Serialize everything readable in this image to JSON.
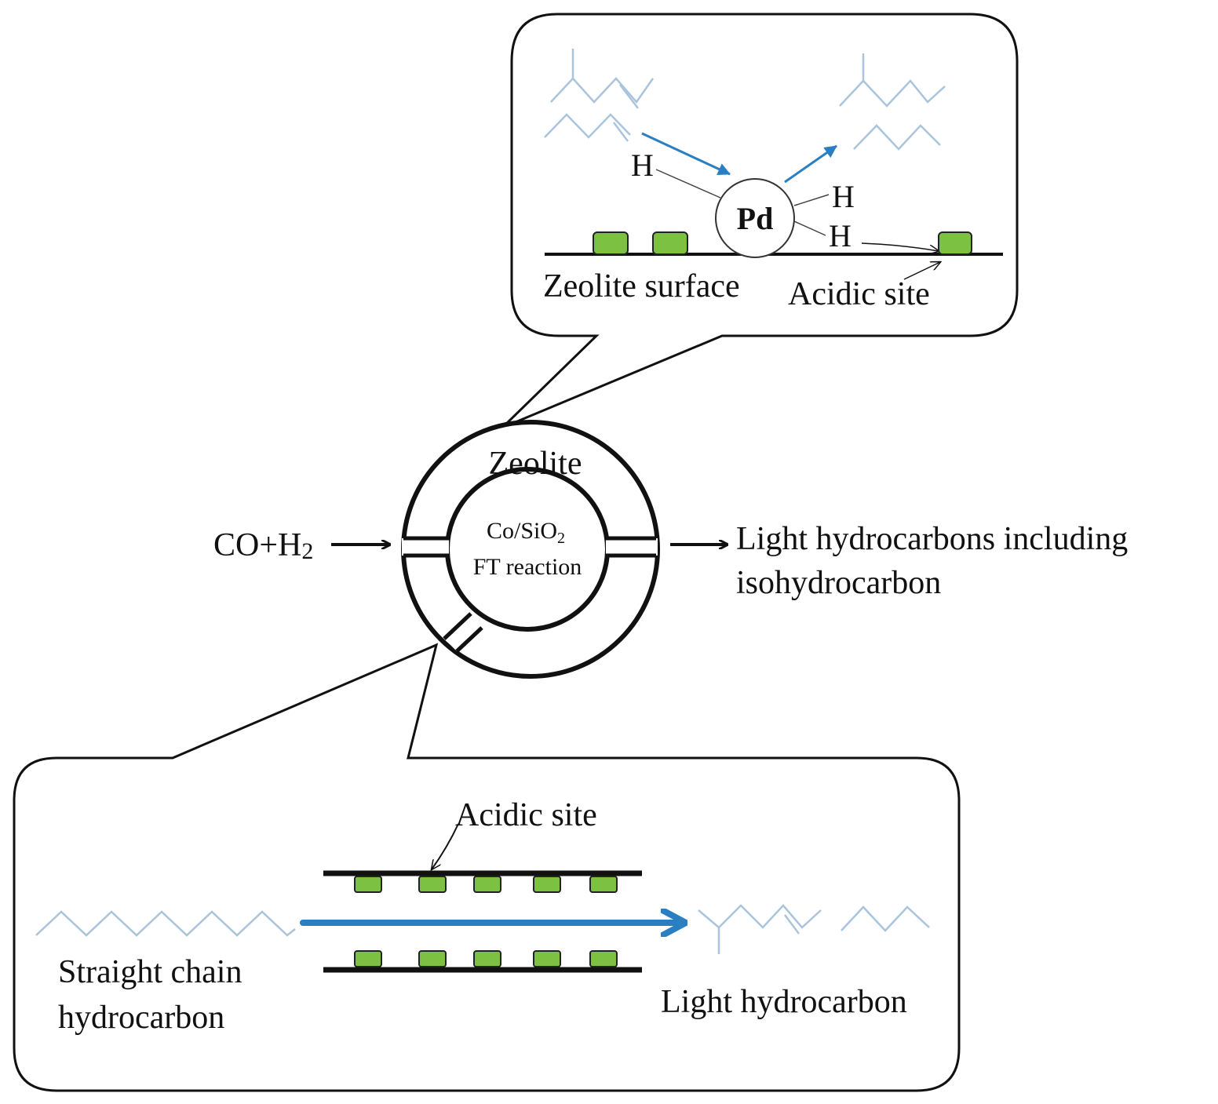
{
  "labels": {
    "zeolite": "Zeolite",
    "core_line1": "Co/SiO",
    "core_line1_sub": "2",
    "core_line2": "FT reaction",
    "feed_main": "CO+H",
    "feed_sub": "2",
    "product_line1": "Light hydrocarbons including",
    "product_line2": "isohydrocarbon"
  },
  "top_callout": {
    "h_left": "H",
    "h_right_top": "H",
    "h_right_bottom": "H",
    "pd": "Pd",
    "zeolite_surface": "Zeolite surface",
    "acidic_site": "Acidic site"
  },
  "bottom_callout": {
    "acidic_site": "Acidic site",
    "input_line1": "Straight chain",
    "input_line2": "hydrocarbon",
    "output": "Light hydrocarbon"
  },
  "colors": {
    "arrow_blue": "#2a7fc2",
    "chain_blue": "#a9c4dc",
    "acid_site_green": "#7cc142",
    "ink": "#111111"
  }
}
